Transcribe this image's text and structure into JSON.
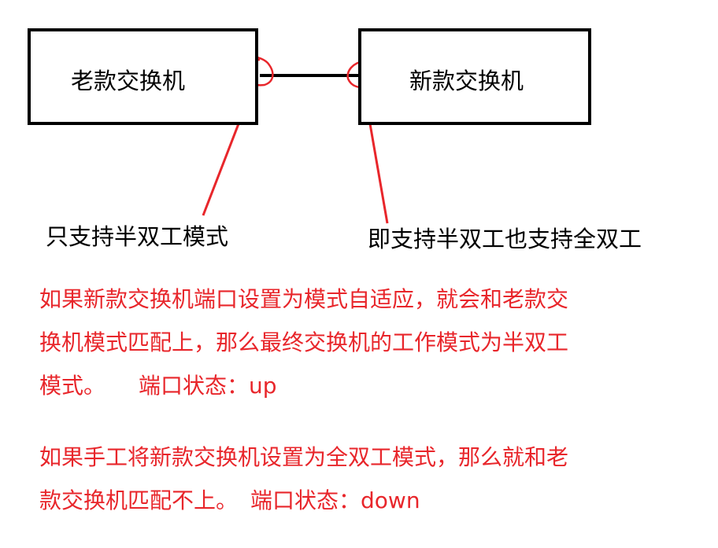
{
  "old_switch": {
    "label": "老款交换机",
    "capability": "只支持半双工模式"
  },
  "new_switch": {
    "label": "新款交换机",
    "capability": "即支持半双工也支持全双工"
  },
  "notes": [
    {
      "lines": [
        "如果新款交换机端口设置为模式自适应，就会和老款交",
        "换机模式匹配上，那么最终交换机的工作模式为半双工",
        "模式。"
      ],
      "status_label": "端口状态：up"
    },
    {
      "lines": [
        "如果手工将新款交换机设置为全双工模式，那么就和老",
        "款交换机匹配不上。"
      ],
      "status_label": "端口状态：down"
    }
  ],
  "colors": {
    "annotation": "#e8262b",
    "box_border": "#000000",
    "text": "#000000"
  }
}
